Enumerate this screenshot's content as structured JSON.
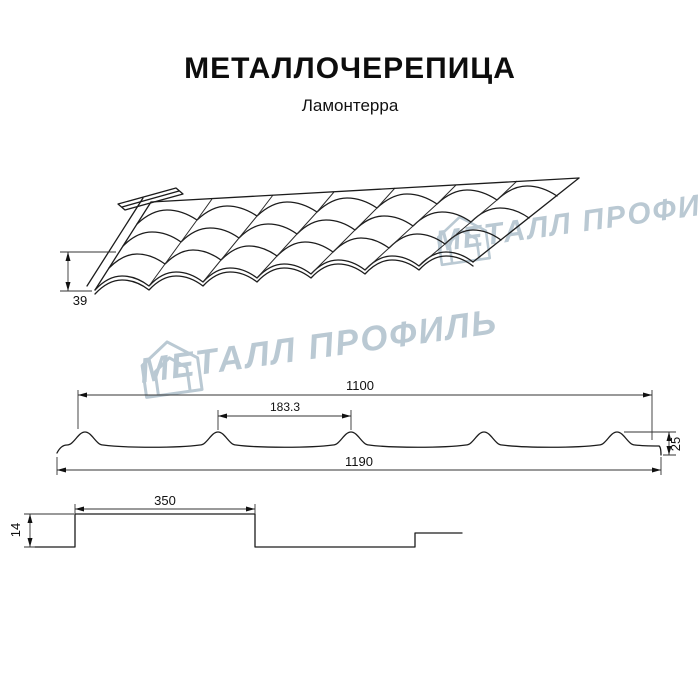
{
  "header": {
    "title": "МЕТАЛЛОЧЕРЕПИЦА",
    "subtitle": "Ламонтерра"
  },
  "watermark": {
    "text": "МЕТАЛЛ ПРОФИЛЬ"
  },
  "diagram": {
    "perspective_view": {
      "edge_height": "39"
    },
    "cross_section": {
      "cover_width": "1100",
      "wave_step": "183.3",
      "profile_height": "25",
      "full_width": "1190"
    },
    "longitudinal_step": {
      "step_length": "350",
      "step_height": "14"
    }
  },
  "colors": {
    "line": "#1c1c1c",
    "watermark": "#bac9d3",
    "background": "#ffffff"
  }
}
